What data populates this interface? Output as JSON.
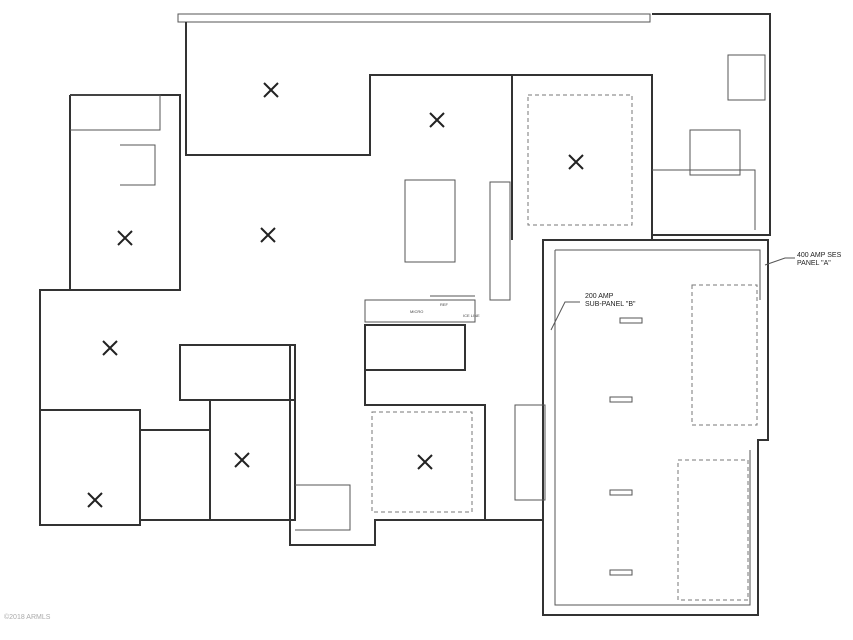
{
  "plan": {
    "panel_a": {
      "line1": "400 AMP SES",
      "line2": "PANEL \"A\""
    },
    "panel_b": {
      "line1": "200 AMP",
      "line2": "SUB-PANEL \"B\""
    },
    "kitchen_labels": {
      "ref": "REF",
      "micro": "MICRO",
      "ice_line": "ICE LINE"
    },
    "watermark": "©2018 ARMLS"
  }
}
